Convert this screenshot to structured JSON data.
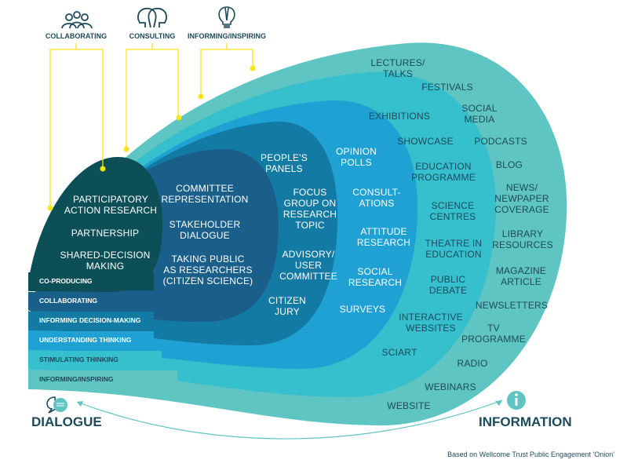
{
  "header": {
    "collaborating": "COLLABORATING",
    "consulting": "CONSULTING",
    "informing": "INFORMING/INSPIRING"
  },
  "colors": {
    "ring1": "#5ec5c3",
    "ring2": "#36bfcc",
    "ring3": "#1fa2d3",
    "ring4": "#137aa3",
    "ring5": "#1a5f8a",
    "ring6": "#0d4f57",
    "connector": "#f5e51b",
    "text_dark": "#1d4a5a"
  },
  "bands": [
    "CO-PRODUCING",
    "COLLABORATING",
    "INFORMING DECISION-MAKING",
    "UNDERSTANDING THINKING",
    "STIMULATING THINKING",
    "INFORMING/INSPIRING"
  ],
  "core": [
    "PARTICIPATORY\nACTION RESEARCH",
    "PARTNERSHIP",
    "SHARED-DECISION\nMAKING"
  ],
  "ring5": [
    "COMMITTEE\nREPRESENTATION",
    "STAKEHOLDER\nDIALOGUE",
    "TAKING PUBLIC\nAS RESEARCHERS\n(CITIZEN SCIENCE)"
  ],
  "ring4": [
    "PEOPLE'S\nPANELS",
    "FOCUS\nGROUP ON\nRESEARCH\nTOPIC",
    "ADVISORY/\nUSER\nCOMMITTEE",
    "CITIZEN\nJURY"
  ],
  "ring3": [
    "OPINION\nPOLLS",
    "CONSULT-\nATIONS",
    "ATTITUDE\nRESEARCH",
    "SOCIAL\nRESEARCH",
    "SURVEYS"
  ],
  "ring2": [
    "EXHIBITIONS",
    "SHOWCASE",
    "EDUCATION\nPROGRAMME",
    "SCIENCE\nCENTRES",
    "THEATRE IN\nEDUCATION",
    "PUBLIC\nDEBATE",
    "INTERACTIVE\nWEBSITES",
    "SCIART"
  ],
  "ring1": [
    "LECTURES/\nTALKS",
    "FESTIVALS",
    "SOCIAL\nMEDIA",
    "PODCASTS",
    "BLOG",
    "NEWS/\nNEWPAPER\nCOVERAGE",
    "LIBRARY\nRESOURCES",
    "MAGAZINE\nARTICLE",
    "NEWSLETTERS",
    "TV\nPROGRAMME",
    "RADIO",
    "WEBINARS",
    "WEBSITE"
  ],
  "footer": {
    "dialogue": "DIALOGUE",
    "information": "INFORMATION",
    "note": "Based on Wellcome Trust Public Engagement 'Onion'"
  }
}
